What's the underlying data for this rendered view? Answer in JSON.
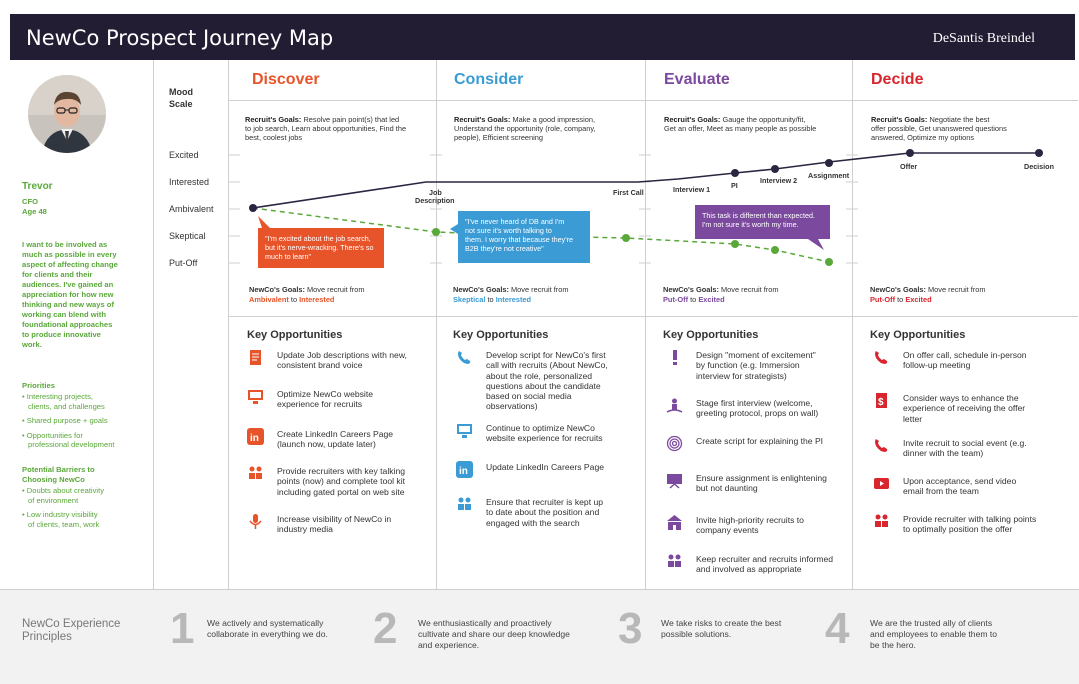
{
  "header": {
    "title": "NewCo Prospect Journey Map",
    "brand": "DeSantis Breindel"
  },
  "persona": {
    "name": "Trevor",
    "role": "CFO",
    "age": "Age 48",
    "quote_lines": [
      "I want to be involved as",
      "much as possible in every",
      "aspect of affecting change",
      "for clients and their",
      "audiences. I've gained an",
      "appreciation for how new",
      "thinking and new ways of",
      "working can blend with",
      "foundational approaches",
      "to produce innovative",
      "work."
    ],
    "priorities_title": "Priorities",
    "priorities": [
      [
        "• Interesting projects,",
        "clients, and challenges"
      ],
      [
        "• Shared purpose + goals"
      ],
      [
        "• Opportunities for",
        "professional development"
      ]
    ],
    "barriers_title_lines": [
      "Potential Barriers to",
      "Choosing NewCo"
    ],
    "barriers": [
      [
        "• Doubts about creativity",
        "of environment"
      ],
      [
        "• Low industry visibility",
        "of clients, team, work"
      ]
    ]
  },
  "mood": {
    "title_lines": [
      "Mood",
      "Scale"
    ],
    "levels": [
      "Excited",
      "Interested",
      "Ambivalent",
      "Skeptical",
      "Put-Off"
    ]
  },
  "phases": [
    {
      "name": "Discover",
      "color": "#e8542a",
      "goal_label": "Recruit's Goals:",
      "goal_lines": [
        " Resolve pain point(s) that led",
        "to job search, Learn about opportunities, Find the",
        "best, coolest jobs"
      ],
      "ngoal_label": "NewCo's Goals:",
      "ngoal_text": " Move recruit from",
      "from_state": "Ambivalent",
      "to_word": " to ",
      "to_state": "Interested",
      "state_color": "#e8542a",
      "opps": [
        {
          "icon": "document-icon",
          "lines": [
            "Update Job descriptions with new,",
            "consistent brand voice"
          ]
        },
        {
          "icon": "monitor-icon",
          "lines": [
            "Optimize NewCo website",
            "experience for recruits"
          ]
        },
        {
          "icon": "linkedin-icon",
          "lines": [
            "Create LinkedIn Careers Page",
            "(launch now, update later)"
          ]
        },
        {
          "icon": "people-icon",
          "lines": [
            "Provide recruiters with key talking",
            "points (now) and complete tool kit",
            "including gated portal on web site"
          ]
        },
        {
          "icon": "microphone-icon",
          "lines": [
            "Increase visibility of NewCo in",
            "industry media"
          ]
        }
      ]
    },
    {
      "name": "Consider",
      "color": "#3a9bd5",
      "goal_label": "Recruit's Goals:",
      "goal_lines": [
        " Make a good impression,",
        "Understand the opportunity (role, company,",
        "people), Efficient screening"
      ],
      "ngoal_label": "NewCo's Goals:",
      "ngoal_text": " Move recruit from",
      "from_state": "Skeptical",
      "to_word": " to ",
      "to_state": "Interested",
      "state_color": "#3a9bd5",
      "opps": [
        {
          "icon": "phone-icon",
          "lines": [
            "Develop script for NewCo's first",
            "call with recruits (About NewCo,",
            "about the role, personalized",
            "questions about the candidate",
            "based on social media",
            "observations)"
          ]
        },
        {
          "icon": "monitor-icon",
          "lines": [
            "Continue to optimize NewCo",
            "website experience for recruits"
          ]
        },
        {
          "icon": "linkedin-icon",
          "lines": [
            "Update LinkedIn Careers Page"
          ]
        },
        {
          "icon": "people-icon",
          "lines": [
            "Ensure that recruiter is kept up",
            "to date about the position and",
            "engaged with the search"
          ]
        }
      ]
    },
    {
      "name": "Evaluate",
      "color": "#7b4a9e",
      "goal_label": "Recruit's Goals:",
      "goal_lines": [
        " Gauge the opportunity/fit,",
        "Get an offer, Meet as many people as possible"
      ],
      "ngoal_label": "NewCo's Goals:",
      "ngoal_text": " Move recruit from",
      "from_state": "Put-Off",
      "to_word": " to ",
      "to_state": "Excited",
      "state_color": "#7b4a9e",
      "opps": [
        {
          "icon": "exclamation-icon",
          "lines": [
            "Design \"moment of excitement\"",
            "by function (e.g. Immersion",
            "interview for strategists)"
          ]
        },
        {
          "icon": "stage-icon",
          "lines": [
            "Stage first interview (welcome,",
            "greeting protocol, props on wall)"
          ]
        },
        {
          "icon": "fingerprint-icon",
          "lines": [
            "Create script for explaining the PI"
          ]
        },
        {
          "icon": "presentation-icon",
          "lines": [
            "Ensure assignment is enlightening",
            "but not daunting"
          ]
        },
        {
          "icon": "building-icon",
          "lines": [
            "Invite high-priority recruits to",
            "company events"
          ]
        },
        {
          "icon": "people-icon",
          "lines": [
            "Keep recruiter and recruits informed",
            "and involved as appropriate"
          ]
        }
      ]
    },
    {
      "name": "Decide",
      "color": "#d9262e",
      "goal_label": "Recruit's Goals:",
      "goal_lines": [
        " Negotiate the best",
        "offer possible, Get unanswered questions",
        "answered, Optimize my options"
      ],
      "ngoal_label": "NewCo's Goals:",
      "ngoal_text": " Move recruit from",
      "from_state": "Put-Off",
      "to_word": " to ",
      "to_state": "Excited",
      "state_color": "#d9262e",
      "opps": [
        {
          "icon": "phone-icon",
          "lines": [
            "On offer call, schedule in-person",
            "follow-up meeting"
          ]
        },
        {
          "icon": "dollar-document-icon",
          "lines": [
            "Consider ways to enhance the",
            "experience of receiving the offer",
            "letter"
          ]
        },
        {
          "icon": "phone-icon",
          "lines": [
            "Invite recruit to social event (e.g.",
            "dinner with the team)"
          ]
        },
        {
          "icon": "video-icon",
          "lines": [
            "Upon acceptance, send video",
            "email from the team"
          ]
        },
        {
          "icon": "people-icon",
          "lines": [
            "Provide recruiter with talking points",
            "to optimally position the offer"
          ]
        }
      ]
    }
  ],
  "key_opps_title": "Key Opportunities",
  "touchpoints": [
    "Job",
    "Description",
    "First Call",
    "Interview 1",
    "PI",
    "Interview 2",
    "Assignment",
    "Offer",
    "Decision"
  ],
  "bubbles": [
    {
      "lines": [
        "\"I'm excited about the job search,",
        "but it's nerve-wracking. There's so",
        "much to learn\""
      ],
      "color": "#e8542a"
    },
    {
      "lines": [
        "\"I've never heard of DB and I'm",
        "not sure it's worth talking to",
        "them. I worry that because they're",
        "B2B they're not creative\""
      ],
      "color": "#3a9bd5"
    },
    {
      "lines": [
        "This task is different than expected.",
        "I'm not sure it's worth my time."
      ],
      "color": "#7b4a9e"
    }
  ],
  "principles": {
    "title_lines": [
      "NewCo Experience",
      "Principles"
    ],
    "items": [
      {
        "num": "1",
        "lines": [
          "We actively and systematically",
          "collaborate in everything we do."
        ]
      },
      {
        "num": "2",
        "lines": [
          "We enthusiastically and proactively",
          "cultivate and share our deep knowledge",
          "and experience."
        ]
      },
      {
        "num": "3",
        "lines": [
          "We take risks to create the best",
          "possible solutions."
        ]
      },
      {
        "num": "4",
        "lines": [
          "We are the trusted ally of clients",
          "and employees to enable them to",
          "be the hero."
        ]
      }
    ]
  },
  "colors": {
    "header_bg": "#221d33",
    "persona_green": "#5aa83a",
    "line_dark": "#2a2540",
    "line_green": "#5aa83a"
  }
}
